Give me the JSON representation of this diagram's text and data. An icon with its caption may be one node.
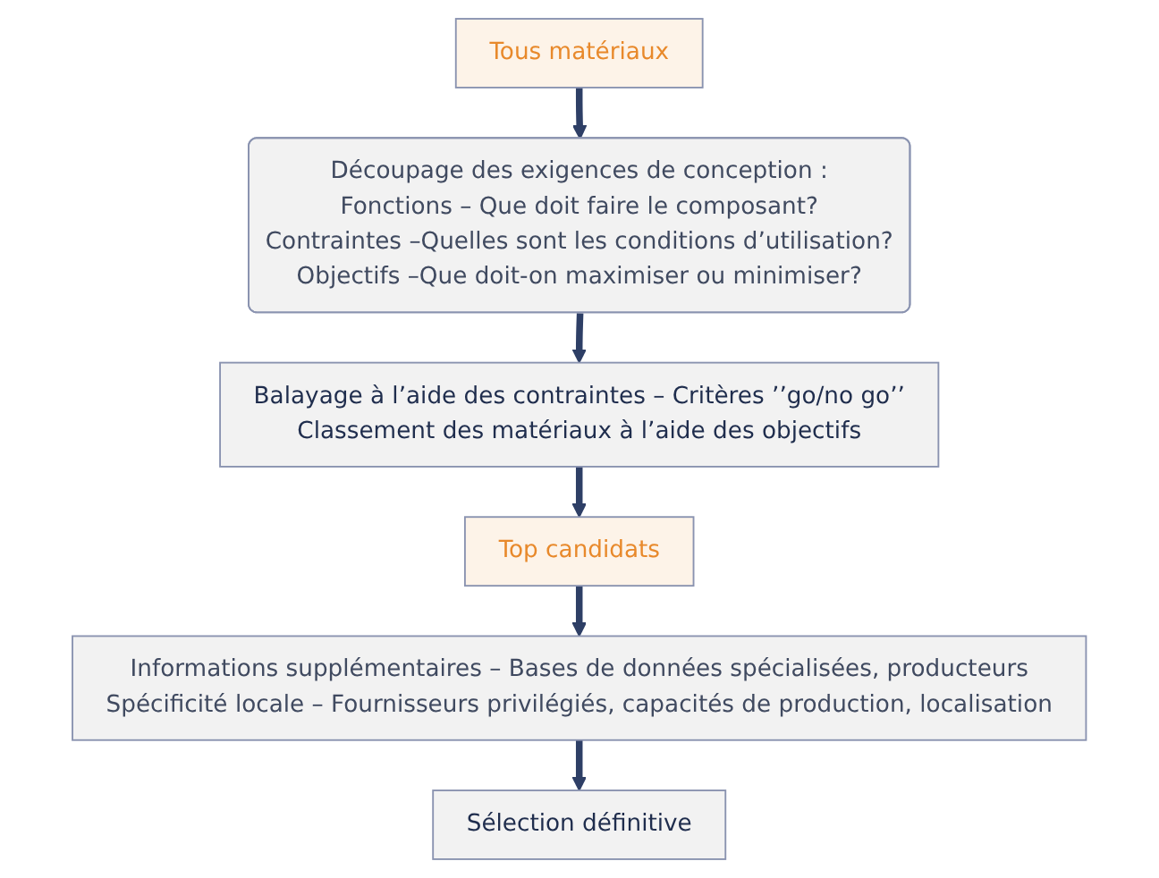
{
  "diagram": {
    "nodes": [
      {
        "text": [
          "Tous matériaux"
        ]
      },
      {
        "text": [
          "Découpage des exigences de conception :",
          "Fonctions – Que doit faire le composant?",
          "Contraintes –Quelles sont les conditions d’utilisation?",
          "Objectifs –Que doit-on maximiser ou minimiser?"
        ]
      },
      {
        "text": [
          "Balayage à l’aide des contraintes – Critères ’’go/no go’’",
          "Classement des matériaux à l’aide des objectifs"
        ]
      },
      {
        "text": [
          "Top candidats"
        ]
      },
      {
        "text": [
          "Informations supplémentaires – Bases de données spécialisées, producteurs",
          "Spécificité locale – Fournisseurs privilégiés, capacités de production, localisation"
        ]
      },
      {
        "text": [
          "Sélection définitive"
        ]
      }
    ],
    "edges": [
      {
        "from": 0,
        "to": 1,
        "arrow": "to"
      },
      {
        "from": 1,
        "to": 2,
        "arrow": "to"
      },
      {
        "from": 2,
        "to": 3,
        "arrow": "to"
      },
      {
        "from": 3,
        "to": 4,
        "arrow": "to"
      },
      {
        "from": 4,
        "to": 5,
        "arrow": "to"
      }
    ]
  }
}
